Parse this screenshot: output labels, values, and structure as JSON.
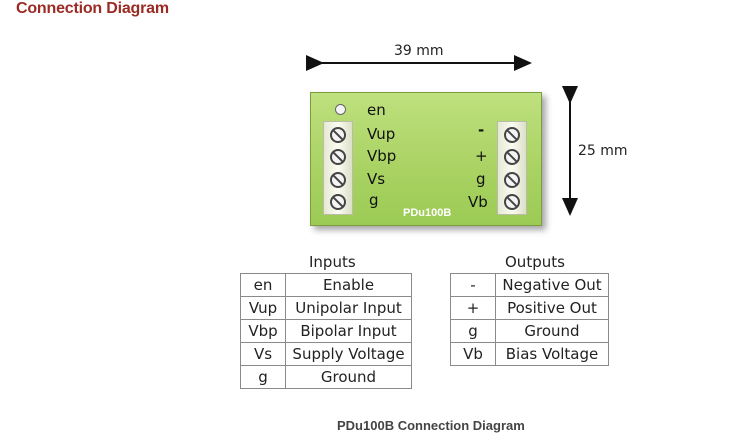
{
  "title": "Connection Diagram",
  "dimensions": {
    "width_label": "39 mm",
    "height_label": "25 mm"
  },
  "board": {
    "name": "PDu100B",
    "left_pins": [
      "en",
      "Vup",
      "Vbp",
      "Vs",
      "g"
    ],
    "right_pins": [
      "-",
      "+",
      "g",
      "Vb"
    ]
  },
  "inputs": {
    "caption": "Inputs",
    "rows": [
      {
        "pin": "en",
        "desc": "Enable"
      },
      {
        "pin": "Vup",
        "desc": "Unipolar Input"
      },
      {
        "pin": "Vbp",
        "desc": "Bipolar Input"
      },
      {
        "pin": "Vs",
        "desc": "Supply Voltage"
      },
      {
        "pin": "g",
        "desc": "Ground"
      }
    ]
  },
  "outputs": {
    "caption": "Outputs",
    "rows": [
      {
        "pin": "-",
        "desc": "Negative Out"
      },
      {
        "pin": "+",
        "desc": "Positive Out"
      },
      {
        "pin": "g",
        "desc": "Ground"
      },
      {
        "pin": "Vb",
        "desc": "Bias Voltage"
      }
    ]
  },
  "figure_caption": "PDu100B Connection Diagram"
}
